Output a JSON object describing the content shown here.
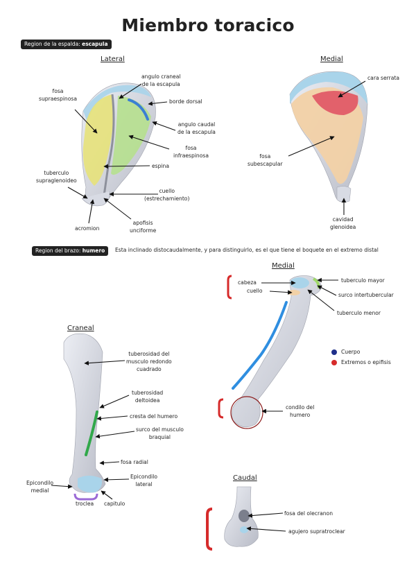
{
  "title": "Miembro toracico",
  "scapula_tag": {
    "prefix": "Region de la espalda:",
    "bold": "escapula"
  },
  "humerus_tag": {
    "prefix": "Region del brazo:",
    "bold": "humero"
  },
  "humerus_note": "Esta inclinado distocaudalmente, y para distinguirlo, es el que tiene el boquete en el extremo distal",
  "sections": {
    "lateral": "Lateral",
    "medial_scap": "Medial",
    "medial_hum": "Medial",
    "craneal": "Craneal",
    "caudal": "Caudal"
  },
  "lateral_labels": {
    "angulo_craneal": [
      "angulo craneal",
      "de la escapula"
    ],
    "borde_dorsal": "borde dorsal",
    "fosa_supra": [
      "fosa",
      "supraespinosa"
    ],
    "angulo_caudal": [
      "angulo caudal",
      "de la escapula"
    ],
    "fosa_infra": [
      "fosa",
      "infraespinosa"
    ],
    "espina": "espina",
    "tuberculo_supra": [
      "tuberculo",
      "supraglenoideo"
    ],
    "cuello": [
      "cuello",
      "(estrechamiento)"
    ],
    "acromion": "acromion",
    "apofisis": [
      "apofisis",
      "unciforme"
    ]
  },
  "medial_scap_labels": {
    "cara_serrata": "cara serrata",
    "fosa_sub": [
      "fosa",
      "subescapular"
    ],
    "cavidad": [
      "cavidad",
      "glenoidea"
    ]
  },
  "medial_hum_labels": {
    "cabeza": "cabeza",
    "cuello": "cuello",
    "tuberculo_mayor": "tuberculo mayor",
    "surco": "surco intertubercular",
    "tuberculo_menor": "tuberculo menor",
    "condilo": [
      "condilo del",
      "humero"
    ]
  },
  "legend": [
    {
      "label": "Cuerpo",
      "color": "#1f2f8a"
    },
    {
      "label": "Extremos o epifisis",
      "color": "#d62b2b"
    }
  ],
  "craneal_labels": {
    "tuberosidad_redondo": [
      "tuberosidad del",
      "musculo redondo",
      "cuadrado"
    ],
    "tuberosidad_deltoidea": [
      "tuberosidad",
      "deltoidea"
    ],
    "cresta": "cresta del humero",
    "surco_braquial": [
      "surco del musculo",
      "braquial"
    ],
    "fosa_radial": "fosa radial",
    "epic_lateral": [
      "Epicondilo",
      "lateral"
    ],
    "epic_medial": [
      "Epicondilo",
      "medial"
    ],
    "troclea": "troclea",
    "capitulo": "capitulo"
  },
  "caudal_labels": {
    "fosa_olecranon": "fosa del olecranon",
    "agujero": "agujero supratroclear"
  }
}
